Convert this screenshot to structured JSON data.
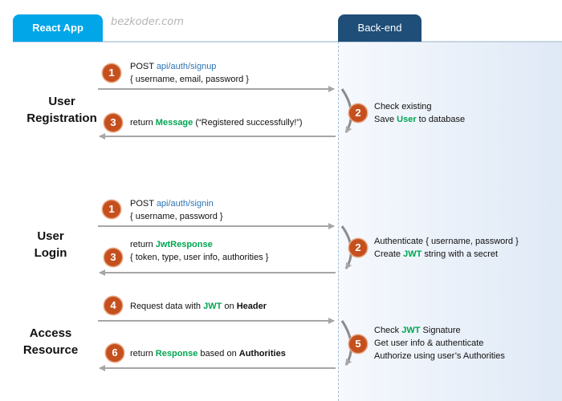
{
  "header": {
    "left_tab": "React App",
    "right_tab": "Back-end",
    "watermark": "bezkoder.com"
  },
  "colors": {
    "react_tab": "#00a6e8",
    "backend_tab": "#1f4e79",
    "step_badge": "#c5501e",
    "endpoint": "#2e74b5",
    "highlight": "#00a651",
    "arrow": "#a6a6a6"
  },
  "sections": {
    "registration": {
      "label_line1": "User",
      "label_line2": "Registration",
      "step1": {
        "num": "1",
        "line1_a": "POST ",
        "line1_b": "api/auth/signup",
        "line2": "{ username, email, password }"
      },
      "step2": {
        "num": "2",
        "line1": "Check existing",
        "line2_a": "Save ",
        "line2_b": "User",
        "line2_c": " to database"
      },
      "step3": {
        "num": "3",
        "a": "return ",
        "b": "Message",
        "c": " (“Registered successfully!”)"
      }
    },
    "login": {
      "label_line1": "User",
      "label_line2": "Login",
      "step1": {
        "num": "1",
        "line1_a": "POST ",
        "line1_b": "api/auth/signin",
        "line2": "{ username, password }"
      },
      "step2": {
        "num": "2",
        "line1": "Authenticate { username, password }",
        "line2_a": "Create ",
        "line2_b": "JWT",
        "line2_c": " string with a secret"
      },
      "step3": {
        "num": "3",
        "line1_a": "return ",
        "line1_b": "JwtResponse",
        "line2": "{ token, type, user info, authorities }"
      }
    },
    "access": {
      "label_line1": "Access",
      "label_line2": "Resource",
      "step4": {
        "num": "4",
        "a": "Request  data with ",
        "b": "JWT",
        "c": " on ",
        "d": "Header"
      },
      "step5": {
        "num": "5",
        "line1_a": "Check ",
        "line1_b": "JWT",
        "line1_c": " Signature",
        "line2": "Get user info & authenticate",
        "line3": "Authorize using user’s Authorities"
      },
      "step6": {
        "num": "6",
        "a": "return ",
        "b": "Response",
        "c": " based on ",
        "d": "Authorities"
      }
    }
  }
}
